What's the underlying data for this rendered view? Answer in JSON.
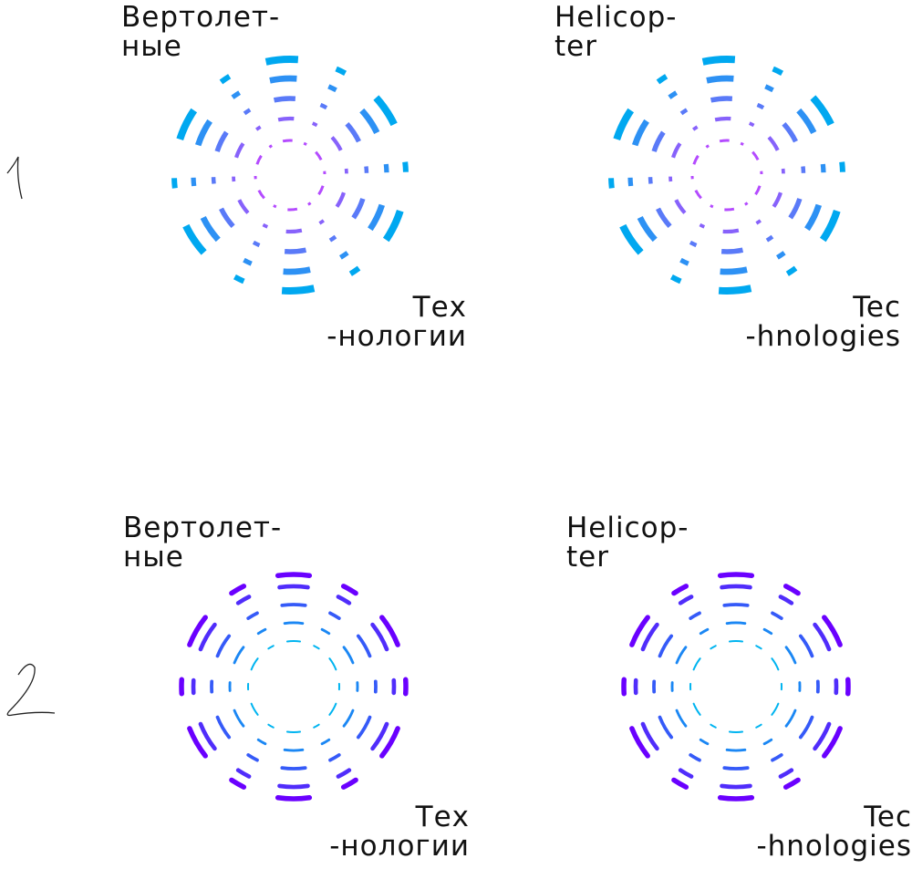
{
  "variants": [
    {
      "number": "1",
      "ru": {
        "top": [
          "Вертолет-",
          "ные"
        ],
        "bottom": [
          "Тех",
          "-нологии"
        ]
      },
      "en": {
        "top": [
          "Helicop-",
          "ter"
        ],
        "bottom": [
          "Tec",
          "-hnologies"
        ]
      },
      "colors": {
        "inner": "#b44bff",
        "outer": "#00a8f0"
      }
    },
    {
      "number": "2",
      "ru": {
        "top": [
          "Вертолет-",
          "ные"
        ],
        "bottom": [
          "Тех",
          "-нологии"
        ]
      },
      "en": {
        "top": [
          "Helicop-",
          "ter"
        ],
        "bottom": [
          "Tec",
          "-hnologies"
        ]
      },
      "colors": {
        "inner": "#00b4f0",
        "outer": "#6a00ff"
      }
    }
  ]
}
